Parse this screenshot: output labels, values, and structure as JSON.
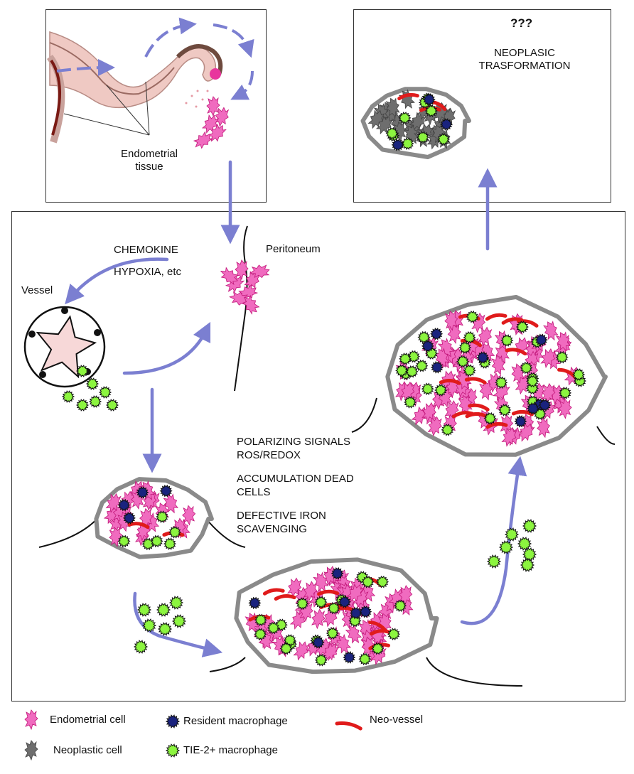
{
  "top_left_panel": {
    "label_line1": "Endometrial",
    "label_line2": "tissue"
  },
  "top_right_panel": {
    "question": "???",
    "title_line1": "NEOPLASIC",
    "title_line2": "TRASFORMATION"
  },
  "main_panel": {
    "chemokine": "CHEMOKINE",
    "hypoxia": "HYPOXIA, etc",
    "vessel": "Vessel",
    "peritoneum": "Peritoneum",
    "signals": [
      "POLARIZING SIGNALS",
      "ROS/REDOX",
      "ACCUMULATION DEAD",
      "CELLS",
      "DEFECTIVE IRON",
      "SCAVENGING"
    ]
  },
  "legend": {
    "endometrial_cell": "Endometrial cell",
    "resident_macrophage": "Resident macrophage",
    "neo_vessel": "Neo-vessel",
    "neoplastic_cell": "Neoplastic cell",
    "tie2_macrophage": "TIE-2+ macrophage"
  },
  "colors": {
    "arrow": "#7b7fd1",
    "endometrial": "#f06bbf",
    "resident_macrophage": "#1a237e",
    "tie2_macrophage": "#8cf53f",
    "neo_vessel": "#e01b1b",
    "neoplastic": "#6e6e6e",
    "lesion_outline": "#8a8a8a"
  }
}
